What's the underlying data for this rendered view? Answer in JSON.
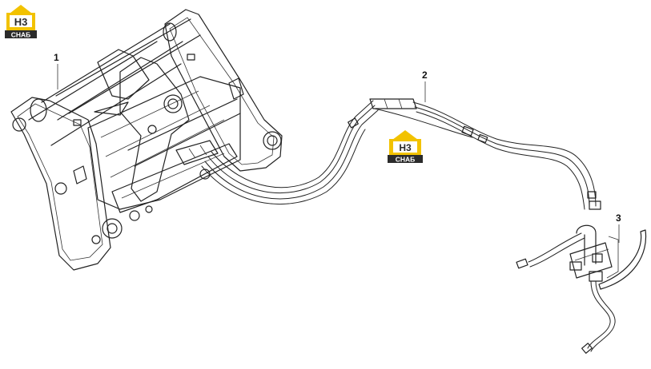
{
  "logo": {
    "mark": "H3",
    "brand": "CHAБ",
    "colors": {
      "yellow": "#f2c200",
      "dark": "#2b2b2b",
      "white": "#ffffff"
    }
  },
  "callouts": [
    {
      "id": "1",
      "label": "1"
    },
    {
      "id": "2",
      "label": "2"
    },
    {
      "id": "3",
      "label": "3"
    }
  ],
  "colors": {
    "line": "#222222",
    "background": "#ffffff"
  }
}
